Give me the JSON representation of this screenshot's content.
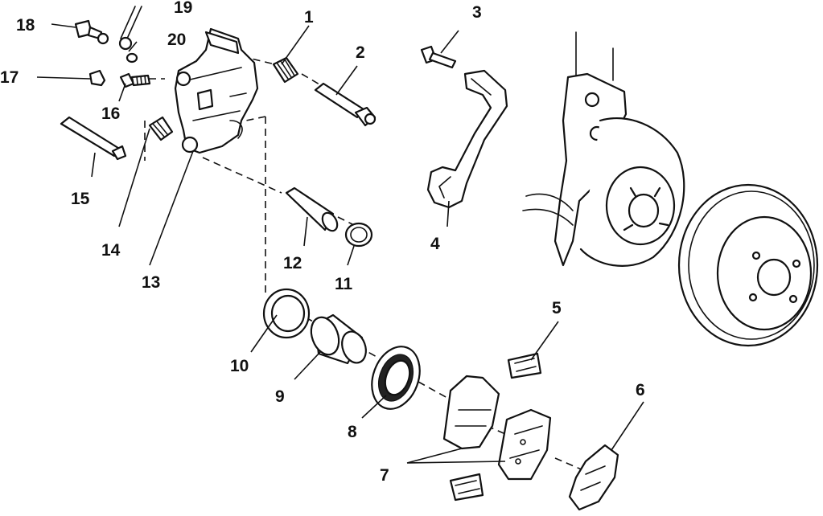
{
  "colors": {
    "ink": "#111111",
    "paper": "#ffffff"
  },
  "callouts": [
    {
      "id": "c1",
      "text": "1"
    },
    {
      "id": "c2",
      "text": "2"
    },
    {
      "id": "c3",
      "text": "3"
    },
    {
      "id": "c4",
      "text": "4"
    },
    {
      "id": "c5",
      "text": "5"
    },
    {
      "id": "c6",
      "text": "6"
    },
    {
      "id": "c7",
      "text": "7"
    },
    {
      "id": "c8",
      "text": "8"
    },
    {
      "id": "c9",
      "text": "9"
    },
    {
      "id": "c10",
      "text": "10"
    },
    {
      "id": "c11",
      "text": "11"
    },
    {
      "id": "c12",
      "text": "12"
    },
    {
      "id": "c13",
      "text": "13"
    },
    {
      "id": "c14",
      "text": "14"
    },
    {
      "id": "c15",
      "text": "15"
    },
    {
      "id": "c16",
      "text": "16"
    },
    {
      "id": "c17",
      "text": "17"
    },
    {
      "id": "c18",
      "text": "18"
    },
    {
      "id": "c19",
      "text": "19"
    },
    {
      "id": "c20",
      "text": "20"
    }
  ]
}
